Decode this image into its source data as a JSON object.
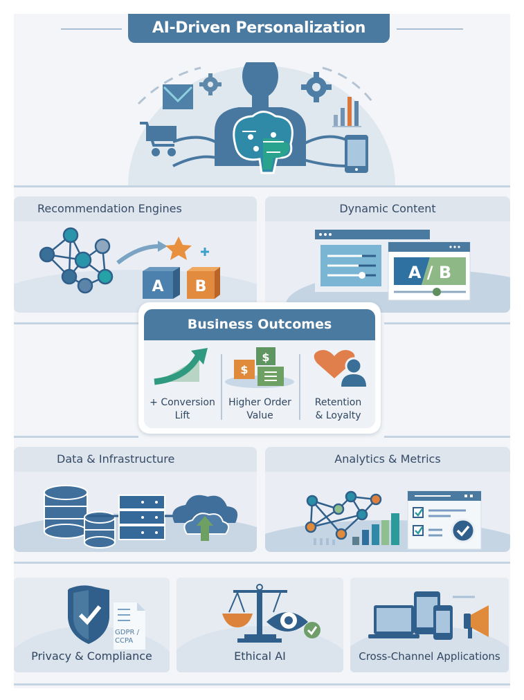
{
  "title": "AI-Driven Personalization",
  "hero": {
    "icons": [
      "person-silhouette-icon",
      "brain-circuit-icon",
      "email-icon",
      "gear-icon",
      "gear-icon",
      "shopping-cart-icon",
      "bar-chart-icon",
      "smartphone-icon"
    ]
  },
  "panels": {
    "recommendation": {
      "title": "Recommendation Engines",
      "box_a": "A",
      "box_b": "B",
      "plus": "+"
    },
    "dynamic": {
      "title": "Dynamic Content",
      "ab": "A / B"
    },
    "data": {
      "title": "Data & Infrastructure"
    },
    "analytics": {
      "title": "Analytics & Metrics"
    }
  },
  "business_outcomes": {
    "title": "Business Outcomes",
    "items": [
      {
        "line1": "+ Conversion",
        "line2": "Lift"
      },
      {
        "line1": "Higher Order",
        "line2": "Value",
        "currency": "$"
      },
      {
        "line1": "Retention",
        "line2": "& Loyalty"
      }
    ]
  },
  "bottom": [
    {
      "label": "Privacy & Compliance",
      "doc_text1": "GDPR /",
      "doc_text2": "CCPA"
    },
    {
      "label": "Ethical AI"
    },
    {
      "label": "Cross-Channel Applications"
    }
  ],
  "colors": {
    "primary": "#4b7aa1",
    "dark": "#2f5f8a",
    "teal": "#2a9aa8",
    "orange": "#e08a3c",
    "green": "#6f9e6a",
    "background": "#f3f5f8"
  }
}
